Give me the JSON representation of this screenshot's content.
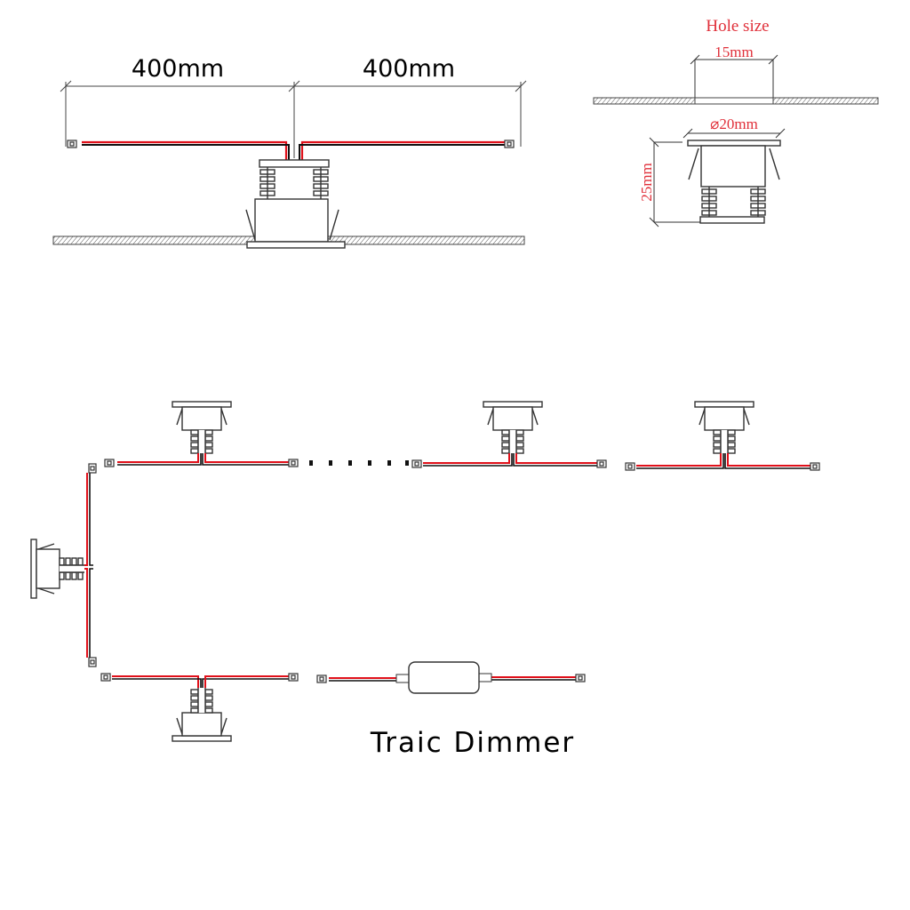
{
  "top_diagram": {
    "left_length": "400mm",
    "right_length": "400mm"
  },
  "hole_diagram": {
    "title": "Hole size",
    "hole_width": "15mm",
    "diameter": "⌀20mm",
    "height": "25mm"
  },
  "wiring_diagram": {
    "dimmer_label": "Traic Dimmer"
  },
  "colors": {
    "wire_red": "#e0101a",
    "wire_black": "#111111",
    "annotation_red": "#e0303a",
    "outline": "#333333"
  }
}
